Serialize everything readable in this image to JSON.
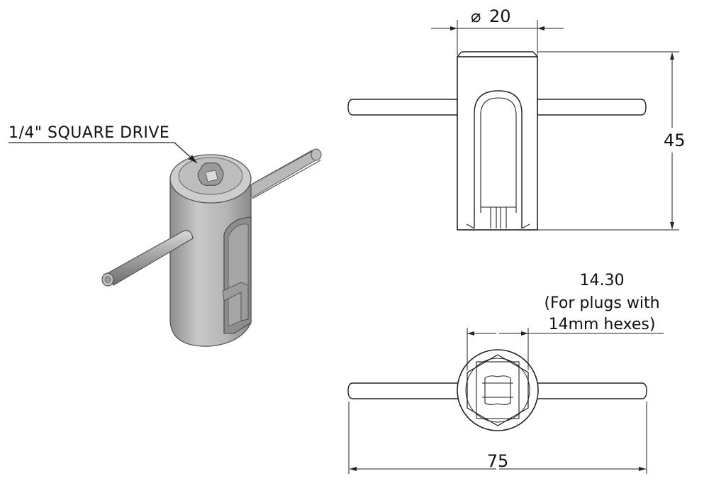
{
  "callouts": {
    "square_drive": "1/4\" SQUARE DRIVE"
  },
  "front_view": {
    "diameter_symbol": "⌀",
    "diameter_value": "20",
    "height_value": "45"
  },
  "top_view": {
    "hex_dim_value": "14.30",
    "hex_dim_note_line1": "(For plugs with",
    "hex_dim_note_line2": "14mm hexes)",
    "width_value": "75"
  },
  "colors": {
    "line": "#222222",
    "metal_light": "#cfcfcf",
    "metal_mid": "#a9a9a9",
    "metal_dark": "#7a7a7a"
  }
}
